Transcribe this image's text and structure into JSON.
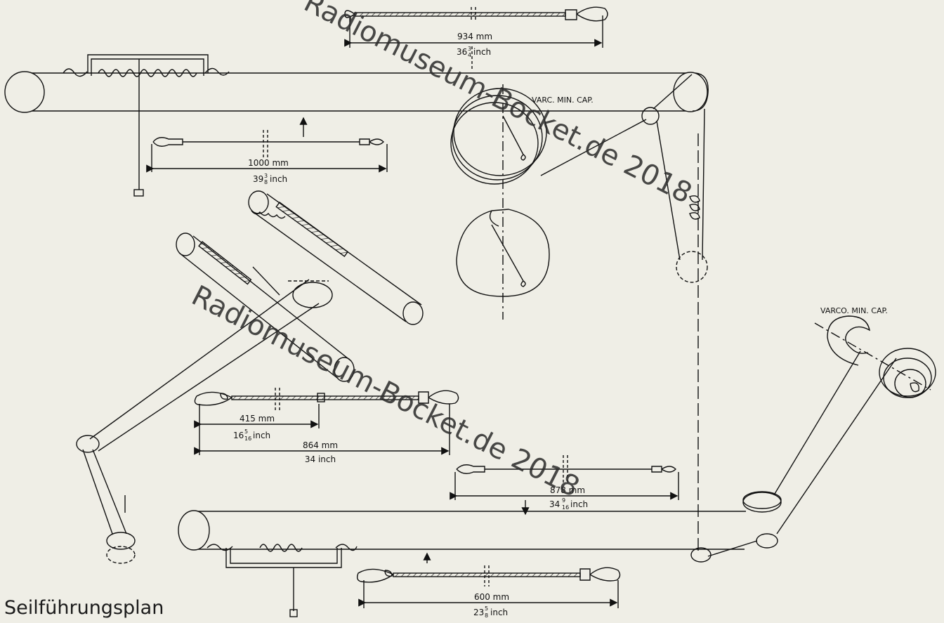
{
  "title": "Seilführungsplan",
  "watermarks": [
    {
      "text": "Radiomuseum-Bocket.de 2018"
    },
    {
      "text": "Radiomuseum-Bocket.de 2018"
    }
  ],
  "capacitor_labels": {
    "top": "VARC. MIN. CAP.",
    "bottom": "VARCO. MIN. CAP."
  },
  "cords": [
    {
      "id": "cord-934",
      "mm": "934 mm",
      "inch_whole": "36",
      "inch_num": "3",
      "inch_den": "4",
      "inch_unit": "inch"
    },
    {
      "id": "cord-1000",
      "mm": "1000 mm",
      "inch_whole": "39",
      "inch_num": "3",
      "inch_den": "8",
      "inch_unit": "inch"
    },
    {
      "id": "cord-415",
      "mm": "415 mm",
      "inch_whole": "16",
      "inch_num": "5",
      "inch_den": "16",
      "inch_unit": "inch"
    },
    {
      "id": "cord-864",
      "mm": "864 mm",
      "inch_text": "34 inch"
    },
    {
      "id": "cord-878",
      "mm": "878 mm",
      "inch_whole": "34",
      "inch_num": "9",
      "inch_den": "16",
      "inch_unit": "inch"
    },
    {
      "id": "cord-600",
      "mm": "600 mm",
      "inch_whole": "23",
      "inch_num": "5",
      "inch_den": "8",
      "inch_unit": "inch"
    }
  ]
}
